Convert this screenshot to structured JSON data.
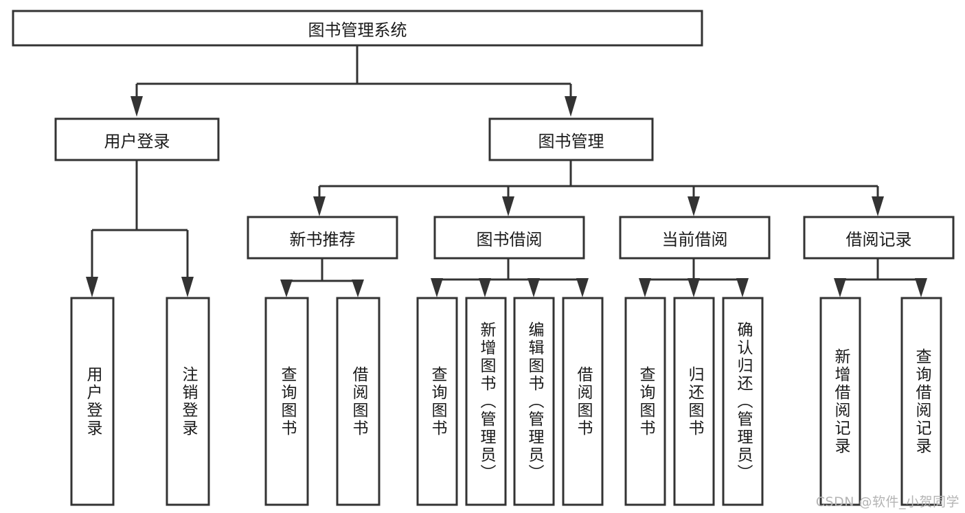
{
  "diagram": {
    "title": "图书管理系统",
    "type": "hierarchy-tree",
    "background_color": "#ffffff",
    "line_color": "#333333",
    "text_color": "#1a1a1a",
    "root": {
      "id": "root",
      "label": "图书管理系统",
      "orientation": "horizontal"
    },
    "level1": [
      {
        "id": "user-login",
        "label": "用户登录",
        "orientation": "horizontal"
      },
      {
        "id": "book-manage",
        "label": "图书管理",
        "orientation": "horizontal"
      }
    ],
    "level2": [
      {
        "id": "new-book-recommend",
        "label": "新书推荐",
        "orientation": "horizontal",
        "parent": "book-manage"
      },
      {
        "id": "book-borrow",
        "label": "图书借阅",
        "orientation": "horizontal",
        "parent": "book-manage"
      },
      {
        "id": "current-borrow",
        "label": "当前借阅",
        "orientation": "horizontal",
        "parent": "book-manage"
      },
      {
        "id": "borrow-record",
        "label": "借阅记录",
        "orientation": "horizontal",
        "parent": "book-manage"
      }
    ],
    "leaves": {
      "user-login": [
        {
          "id": "leaf-user-login",
          "label": "用户登录"
        },
        {
          "id": "leaf-logout",
          "label": "注销登录"
        }
      ],
      "new-book-recommend": [
        {
          "id": "leaf-query-book-1",
          "label": "查询图书"
        },
        {
          "id": "leaf-borrow-book-1",
          "label": "借阅图书"
        }
      ],
      "book-borrow": [
        {
          "id": "leaf-query-book-2",
          "label": "查询图书"
        },
        {
          "id": "leaf-add-book",
          "label": "新增图书（管理员）"
        },
        {
          "id": "leaf-edit-book",
          "label": "编辑图书（管理员）"
        },
        {
          "id": "leaf-borrow-book-2",
          "label": "借阅图书"
        }
      ],
      "current-borrow": [
        {
          "id": "leaf-query-book-3",
          "label": "查询图书"
        },
        {
          "id": "leaf-return-book",
          "label": "归还图书"
        },
        {
          "id": "leaf-confirm-return",
          "label": "确认归还（管理员）"
        }
      ],
      "borrow-record": [
        {
          "id": "leaf-add-record",
          "label": "新增借阅记录"
        },
        {
          "id": "leaf-query-record",
          "label": "查询借阅记录"
        }
      ]
    }
  },
  "watermark": {
    "text": "CSDN @软件_小贺同学"
  }
}
